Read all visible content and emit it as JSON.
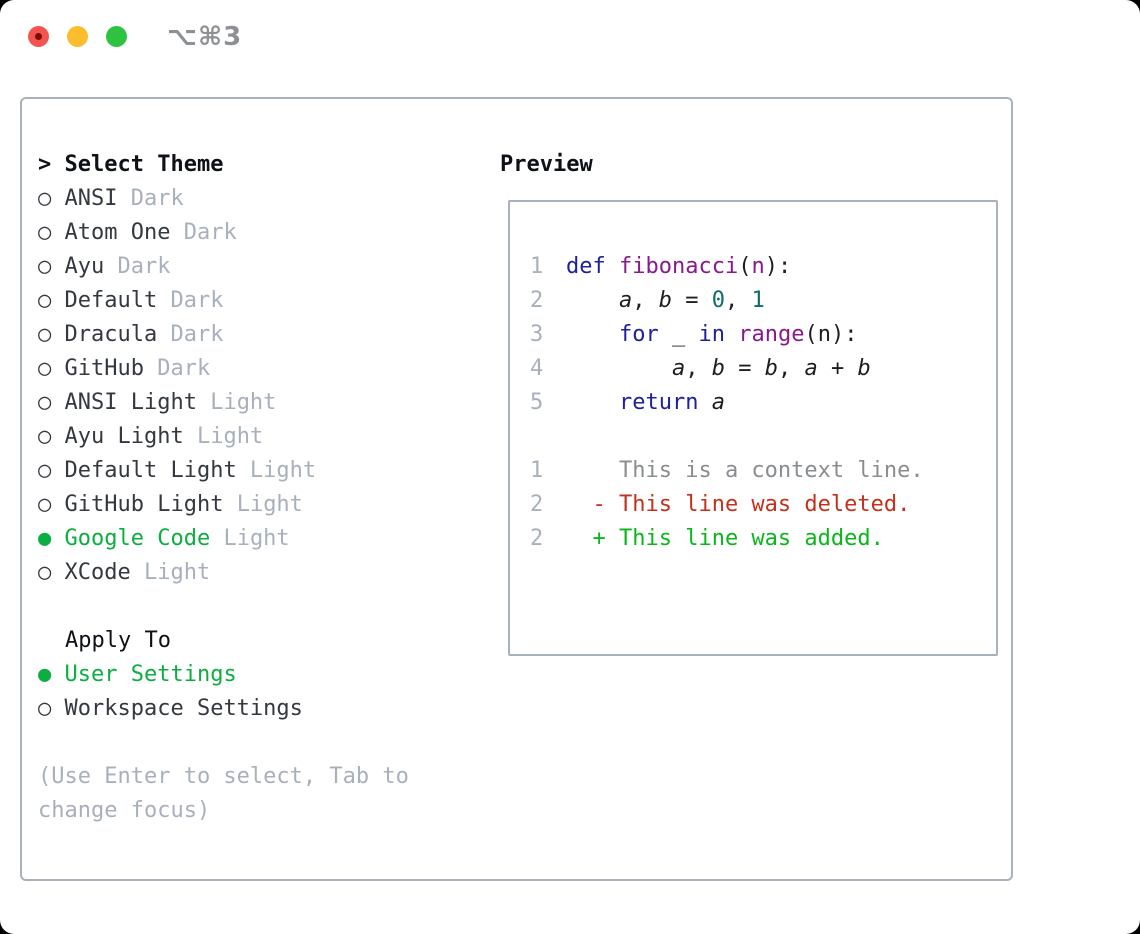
{
  "window": {
    "title": "⌥⌘3"
  },
  "colors": {
    "tl-red": "#f4544d",
    "tl-red-dot": "#7c0d06",
    "tl-yellow": "#fbbd2e",
    "tl-green": "#2fc241",
    "title-gray": "#8d9094",
    "border": "#a9b1bc",
    "ink": "#0e1116",
    "name": "#34383f",
    "muted": "#a7b0bc",
    "accent": "#0cae41",
    "kw": "#1f209e",
    "fn": "#8a1a8a",
    "lit": "#0d6e66",
    "plain": "#1c1e22",
    "ctx": "#8a8d90",
    "del": "#c5301d",
    "add": "#0bb61c"
  },
  "sidebar": {
    "header_prefix": "> ",
    "header": "Select Theme",
    "radio_icons": {
      "selected": "● ",
      "unselected": "○ "
    },
    "themes": [
      {
        "name": "ANSI",
        "tag": "Dark",
        "selected": false
      },
      {
        "name": "Atom One",
        "tag": "Dark",
        "selected": false
      },
      {
        "name": "Ayu",
        "tag": "Dark",
        "selected": false
      },
      {
        "name": "Default",
        "tag": "Dark",
        "selected": false
      },
      {
        "name": "Dracula",
        "tag": "Dark",
        "selected": false
      },
      {
        "name": "GitHub",
        "tag": "Dark",
        "selected": false
      },
      {
        "name": "ANSI Light",
        "tag": "Light",
        "selected": false
      },
      {
        "name": "Ayu Light",
        "tag": "Light",
        "selected": false
      },
      {
        "name": "Default Light",
        "tag": "Light",
        "selected": false
      },
      {
        "name": "GitHub Light",
        "tag": "Light",
        "selected": false
      },
      {
        "name": "Google Code",
        "tag": "Light",
        "selected": true
      },
      {
        "name": "XCode",
        "tag": "Light",
        "selected": false
      }
    ],
    "apply_to": {
      "label": "Apply To",
      "options": [
        {
          "name": "User Settings",
          "selected": true
        },
        {
          "name": "Workspace Settings",
          "selected": false
        }
      ]
    },
    "help_line1": "(Use Enter to select, Tab to",
    "help_line2": "change focus)"
  },
  "preview": {
    "label": "Preview",
    "code_lines": [
      {
        "num": "1",
        "segments": [
          {
            "t": "def",
            "c": "kw"
          },
          {
            "t": " ",
            "c": "pl"
          },
          {
            "t": "fibonacci",
            "c": "fn"
          },
          {
            "t": "(",
            "c": "pl"
          },
          {
            "t": "n",
            "c": "fn"
          },
          {
            "t": "):",
            "c": "pl"
          }
        ]
      },
      {
        "num": "2",
        "segments": [
          {
            "t": "    ",
            "c": "pl"
          },
          {
            "t": "a",
            "c": "var"
          },
          {
            "t": ", ",
            "c": "pl"
          },
          {
            "t": "b",
            "c": "var"
          },
          {
            "t": " = ",
            "c": "pl"
          },
          {
            "t": "0",
            "c": "lit"
          },
          {
            "t": ", ",
            "c": "pl"
          },
          {
            "t": "1",
            "c": "lit"
          }
        ]
      },
      {
        "num": "3",
        "segments": [
          {
            "t": "    ",
            "c": "pl"
          },
          {
            "t": "for",
            "c": "kw"
          },
          {
            "t": " _ ",
            "c": "pl"
          },
          {
            "t": "in",
            "c": "kw"
          },
          {
            "t": " ",
            "c": "pl"
          },
          {
            "t": "range",
            "c": "fn"
          },
          {
            "t": "(n):",
            "c": "pl"
          }
        ]
      },
      {
        "num": "4",
        "segments": [
          {
            "t": "        ",
            "c": "pl"
          },
          {
            "t": "a",
            "c": "var"
          },
          {
            "t": ", ",
            "c": "pl"
          },
          {
            "t": "b",
            "c": "var"
          },
          {
            "t": " = ",
            "c": "pl"
          },
          {
            "t": "b",
            "c": "var"
          },
          {
            "t": ", ",
            "c": "pl"
          },
          {
            "t": "a",
            "c": "var"
          },
          {
            "t": " + ",
            "c": "pl"
          },
          {
            "t": "b",
            "c": "var"
          }
        ]
      },
      {
        "num": "5",
        "segments": [
          {
            "t": "    ",
            "c": "pl"
          },
          {
            "t": "return",
            "c": "kw"
          },
          {
            "t": " ",
            "c": "pl"
          },
          {
            "t": "a",
            "c": "var"
          }
        ]
      }
    ],
    "diff_lines": [
      {
        "num": "1",
        "text": "    This is a context line.",
        "kind": "ctx"
      },
      {
        "num": "2",
        "text": "  - This line was deleted.",
        "kind": "del"
      },
      {
        "num": "2",
        "text": "  + This line was added.",
        "kind": "add"
      }
    ]
  }
}
